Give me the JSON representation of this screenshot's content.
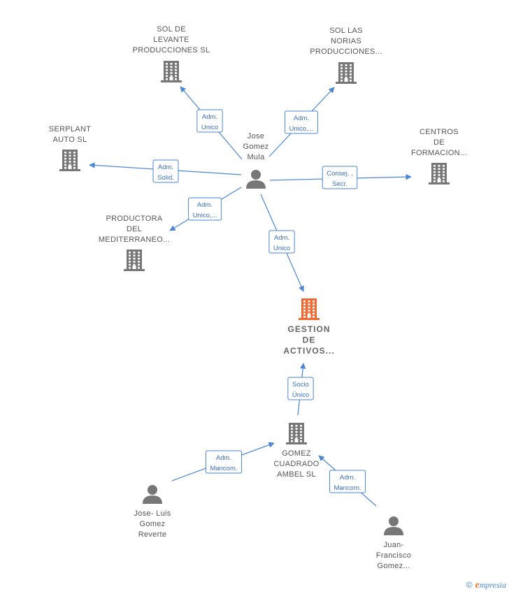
{
  "nodes": [
    {
      "id": "sol_levante",
      "type": "company",
      "lines": [
        "SOL DE",
        "LEVANTE",
        "PRODUCCIONES SL"
      ]
    },
    {
      "id": "sol_norias",
      "type": "company",
      "lines": [
        "SOL LAS",
        "NORIAS",
        "PRODUCCIONES..."
      ]
    },
    {
      "id": "serplant",
      "type": "company",
      "lines": [
        "SERPLANT",
        "AUTO  SL"
      ]
    },
    {
      "id": "centros",
      "type": "company",
      "lines": [
        "CENTROS",
        "DE",
        "FORMACION..."
      ]
    },
    {
      "id": "productora",
      "type": "company",
      "lines": [
        "PRODUCTORA",
        "DEL",
        "MEDITERRANEO..."
      ]
    },
    {
      "id": "jose_gomez",
      "type": "person",
      "lines": [
        "Jose",
        "Gomez",
        "Mula"
      ]
    },
    {
      "id": "gestion",
      "type": "company-focus",
      "lines": [
        "GESTION",
        "DE",
        "ACTIVOS..."
      ]
    },
    {
      "id": "gomez_cuadrado",
      "type": "company",
      "lines": [
        "GOMEZ",
        "CUADRADO",
        "AMBEL SL"
      ]
    },
    {
      "id": "jose_luis",
      "type": "person",
      "lines": [
        "Jose- Luis",
        "Gomez",
        "Reverte"
      ]
    },
    {
      "id": "juan_francisco",
      "type": "person",
      "lines": [
        "Juan-",
        "Francisco",
        "Gomez..."
      ]
    }
  ],
  "edges": [
    {
      "from": "jose_gomez",
      "to": "sol_levante",
      "label": [
        "Adm.",
        "Unico"
      ]
    },
    {
      "from": "jose_gomez",
      "to": "sol_norias",
      "label": [
        "Adm.",
        "Unico,..."
      ]
    },
    {
      "from": "jose_gomez",
      "to": "serplant",
      "label": [
        "Adm.",
        "Solid."
      ]
    },
    {
      "from": "jose_gomez",
      "to": "centros",
      "label": [
        "Consej. ,",
        "Secr."
      ]
    },
    {
      "from": "jose_gomez",
      "to": "productora",
      "label": [
        "Adm.",
        "Unico,..."
      ]
    },
    {
      "from": "jose_gomez",
      "to": "gestion",
      "label": [
        "Adm.",
        "Unico"
      ]
    },
    {
      "from": "gomez_cuadrado",
      "to": "gestion",
      "label": [
        "Socio",
        "Único"
      ]
    },
    {
      "from": "jose_luis",
      "to": "gomez_cuadrado",
      "label": [
        "Adm.",
        "Mancom."
      ]
    },
    {
      "from": "juan_francisco",
      "to": "gomez_cuadrado",
      "label": [
        "Adm.",
        "Mancom."
      ]
    }
  ],
  "colors": {
    "edge": "#4a86d6",
    "building": "#777777",
    "building_focus": "#f06a35",
    "person": "#777777"
  },
  "footer": {
    "copyright_symbol": "©",
    "brand_initial": "e",
    "brand_rest": "mpresia"
  }
}
